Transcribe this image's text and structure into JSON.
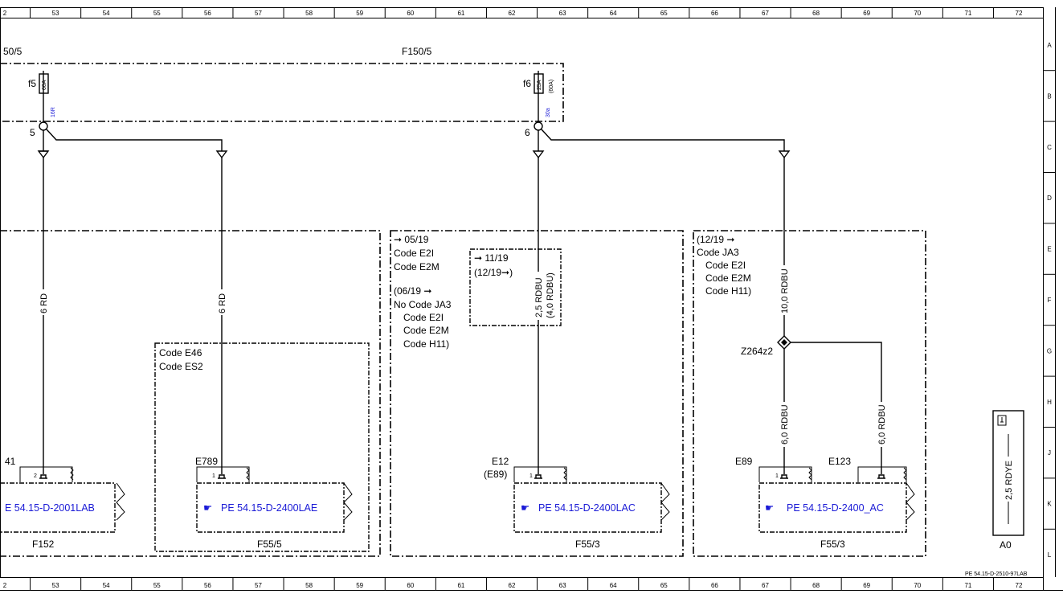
{
  "ruler": {
    "top_labels": [
      "2",
      "53",
      "54",
      "55",
      "56",
      "57",
      "58",
      "59",
      "60",
      "61",
      "62",
      "63",
      "64",
      "65",
      "66",
      "67",
      "68",
      "69",
      "70",
      "71",
      "72"
    ],
    "side_labels": [
      "A",
      "B",
      "C",
      "D",
      "E",
      "F",
      "G",
      "H",
      "J",
      "K",
      "L"
    ]
  },
  "fuse_boxes": {
    "left_label": "50/5",
    "right_label": "F150/5",
    "f5": {
      "name": "f5",
      "rating": "60A",
      "wire": "16R",
      "pin": "5"
    },
    "f6": {
      "name": "f6",
      "rating": "25A",
      "rating_alt": "(60A)",
      "wire": "30a",
      "pin": "6"
    }
  },
  "wires": {
    "w1": "6 RD",
    "w2": "6 RD",
    "w3": "2,5 RDBU",
    "w3_alt": "(4,0 RDBU)",
    "w4": "10,0 RDBU",
    "w5": "6,0 RDBU",
    "w6": "6,0 RDBU"
  },
  "splice": {
    "label": "Z264z2"
  },
  "notes": {
    "e46": [
      "Code E46",
      "Code ES2"
    ],
    "mid": [
      "➞ 05/19",
      "Code E2I",
      "Code E2M",
      "(06/19 ➞",
      "No Code JA3",
      "Code E2I",
      "Code E2M",
      "Code H11)"
    ],
    "mid_inner": [
      "➞ 11/19",
      "(12/19➞)"
    ],
    "right": [
      "(12/19 ➞",
      "Code JA3",
      "Code E2I",
      "Code E2M",
      "Code H11)"
    ]
  },
  "connectors": {
    "c1": {
      "label": "41",
      "pin": "2",
      "ref": "E 54.15-D-2001LAB",
      "group": "F152"
    },
    "c2": {
      "label": "E789",
      "pin": "1",
      "ref": "PE 54.15-D-2400LAE",
      "group": "F55/5"
    },
    "c3": {
      "label": "E12",
      "label2": "(E89)",
      "pin": "1",
      "ref": "PE 54.15-D-2400LAC",
      "group": "F55/3"
    },
    "c4": {
      "label": "E89",
      "pin": "1",
      "ref": "PE 54.15-D-2400_AC",
      "group": "F55/3"
    },
    "c5": {
      "label": "E123"
    }
  },
  "legend": {
    "wire": "2,5 RDYE",
    "label": "A0"
  },
  "doc_id": "PE 54.15-D-2510-97LAB"
}
